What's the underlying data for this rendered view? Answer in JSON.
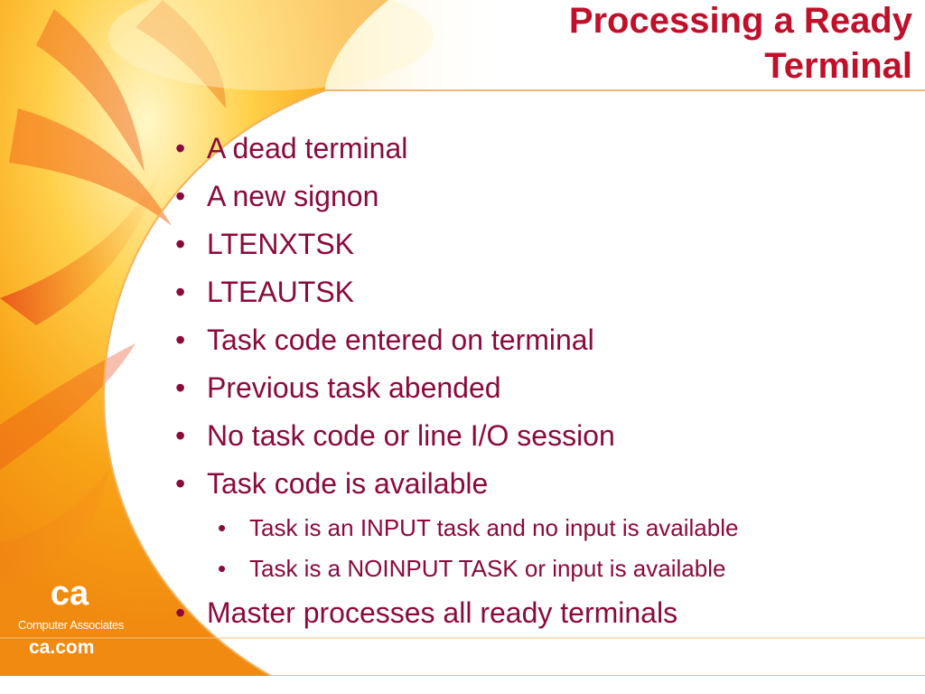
{
  "slide": {
    "title_line1": "Processing a Ready",
    "title_line2": "Terminal",
    "bullets": [
      "A dead terminal",
      "A new signon",
      "LTENXTSK",
      "LTEAUTSK",
      "Task code entered on terminal",
      "Previous task abended",
      "No task code or line I/O session",
      "Task code is available"
    ],
    "sub_bullets": [
      "Task is an INPUT task and no input is available",
      "Task is a NOINPUT TASK or input is available"
    ],
    "final_bullet": "Master processes all ready terminals"
  },
  "branding": {
    "logo": "ca",
    "company": "Computer Associates",
    "website": "ca.com"
  },
  "colors": {
    "title": "#c0102a",
    "text": "#8b0a3e",
    "accent_orange": "#f39a12",
    "accent_line": "#e8a24a"
  }
}
